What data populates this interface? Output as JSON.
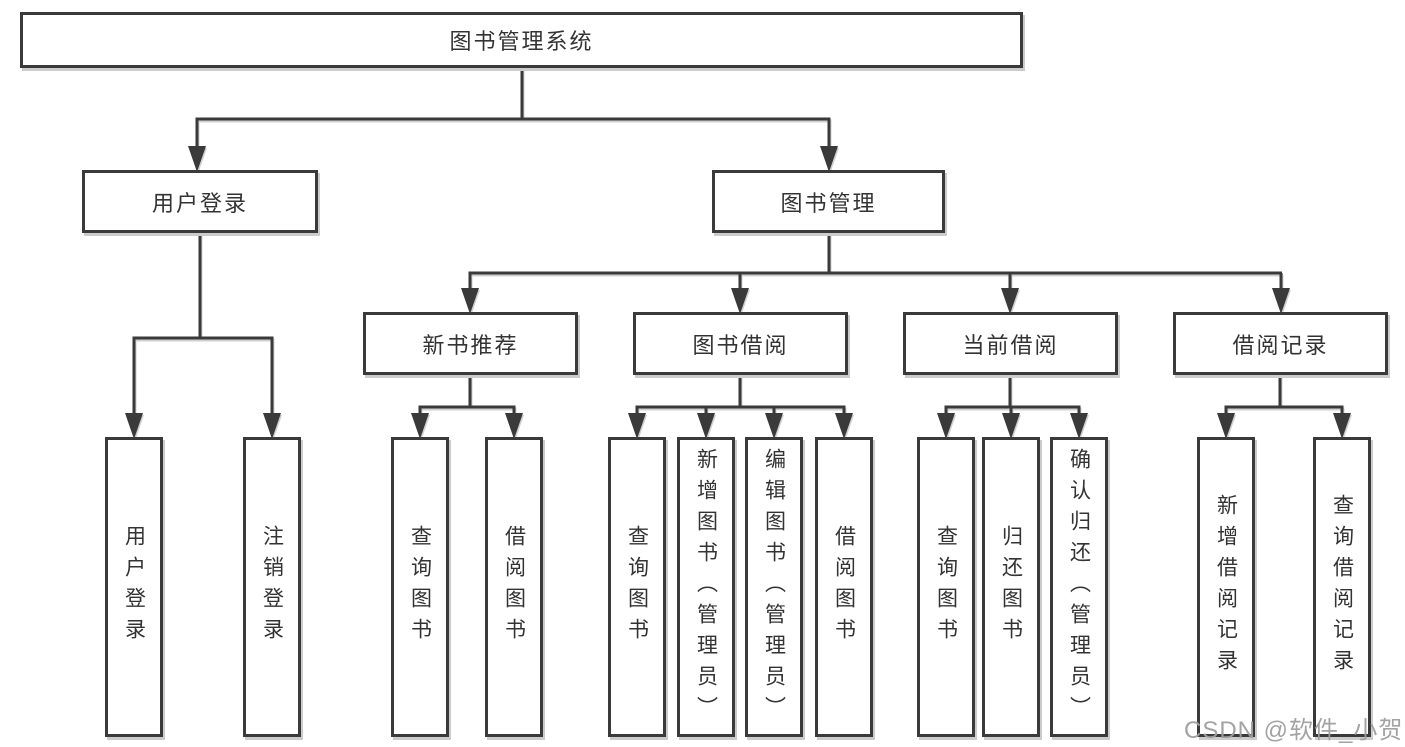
{
  "diagram": {
    "root": {
      "label": "图书管理系统"
    },
    "branches": [
      {
        "label": "用户登录",
        "children": [
          {
            "label": "用户登录"
          },
          {
            "label": "注销登录"
          }
        ]
      },
      {
        "label": "图书管理",
        "children": [
          {
            "label": "新书推荐",
            "children": [
              {
                "label": "查询图书"
              },
              {
                "label": "借阅图书"
              }
            ]
          },
          {
            "label": "图书借阅",
            "children": [
              {
                "label": "查询图书"
              },
              {
                "label": "新增图书（管理员）"
              },
              {
                "label": "编辑图书（管理员）"
              },
              {
                "label": "借阅图书"
              }
            ]
          },
          {
            "label": "当前借阅",
            "children": [
              {
                "label": "查询图书"
              },
              {
                "label": "归还图书"
              },
              {
                "label": "确认归还（管理员）"
              }
            ]
          },
          {
            "label": "借阅记录",
            "children": [
              {
                "label": "新增借阅记录"
              },
              {
                "label": "查询借阅记录"
              }
            ]
          }
        ]
      }
    ]
  },
  "watermark": "CSDN @软件_小贺同学",
  "colors": {
    "line": "#3a3a3a",
    "box_border": "#3a3a3a",
    "text": "#333333",
    "shadow": "#cccccc",
    "watermark": "#9e9e9e",
    "background": "#ffffff"
  }
}
